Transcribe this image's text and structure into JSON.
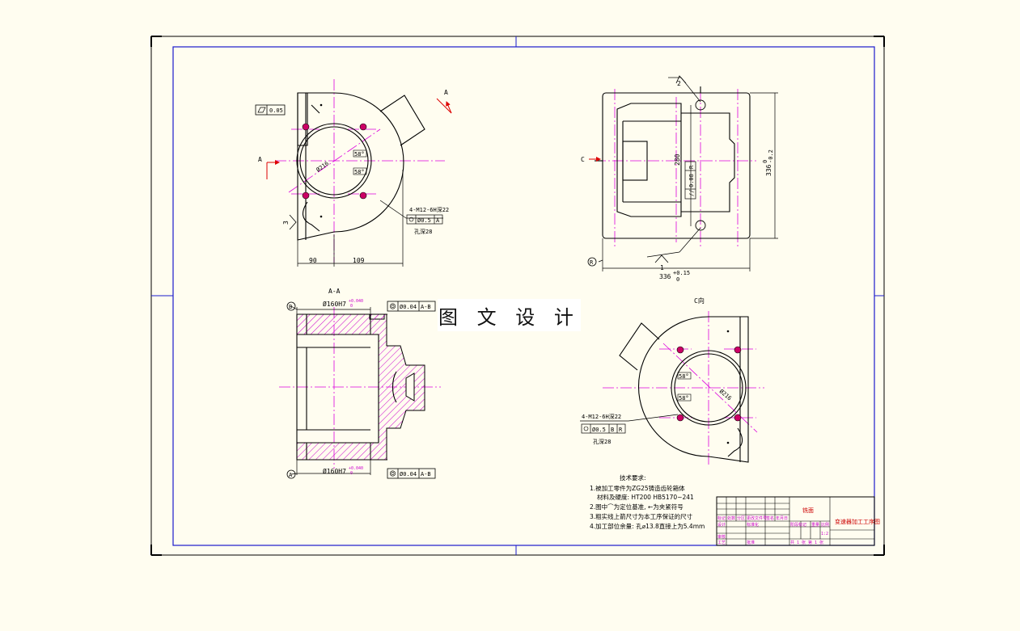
{
  "watermark": "图 文 设 计",
  "views": {
    "top_left": {
      "flatness": "0.05",
      "section_a": "A",
      "note_3": "3",
      "dim_left": "90",
      "dim_right": "109",
      "angle1": "58°",
      "angle2": "58°",
      "dia": "Ø216",
      "thread": "4-M12-6H深22",
      "pos_tol": "Ø0.5",
      "pos_ref": "A",
      "drill": "孔深28"
    },
    "top_right": {
      "mark_2": "2",
      "mark_1": "1",
      "view_c": "C",
      "dim_280": "280",
      "dim_height": "336",
      "dim_height_tol": "-0.2",
      "dim_height_tol0": "0",
      "dim_width": "336",
      "dim_width_tol": "+0.15",
      "dim_width_tol0": "0",
      "parallel_tol": "0.08",
      "parallel_ref": "R",
      "datum_r": "R"
    },
    "section": {
      "title": "A-A",
      "datum_b": "B",
      "datum_a": "A",
      "bore_top": "Ø160H7",
      "bore_bottom": "Ø160H7",
      "tol_sup": "+0.040",
      "tol_sub": "0",
      "coax_top": "Ø0.04",
      "coax_top_ref": "A-B",
      "coax_bottom": "Ø0.04",
      "coax_bottom_ref": "A-B"
    },
    "bottom_right": {
      "title": "C向",
      "angle1": "58°",
      "angle2": "58°",
      "dia": "Ø216",
      "thread": "4-M12-6H深22",
      "pos_tol": "Ø0.5",
      "pos_ref1": "B",
      "pos_ref2": "R",
      "drill": "孔深28"
    }
  },
  "notes": {
    "title": "技术要求:",
    "line1": "1.被加工零件为ZG25铸造齿轮箱体",
    "line1b": "材料及硬度: HT200 HB5170~241",
    "line2": "2.图中⌒为定位基准, ←为夹紧符号",
    "line3": "3.粗实线上箭尺寸为本工序保证的尺寸",
    "line4": "4.加工部位余量: 孔⌀13.8直接上为5.4mm"
  },
  "title_block": {
    "part_name": "铣面",
    "drawing_name": "变速器加工工序图",
    "row_labels": [
      "标记",
      "处数",
      "分区",
      "更改文件号",
      "签名",
      "年月日"
    ],
    "row_labels2": [
      "设计",
      "标准化",
      "阶段标记",
      "重量",
      "比例"
    ],
    "ratio": "1:2",
    "sheet": "共 1 张 第 1 张",
    "review": [
      "审核",
      "工艺",
      "批准"
    ]
  },
  "colors": {
    "frame": "#1a1acc",
    "center_line": "#dd00dd",
    "hatch": "#cc00cc",
    "section_arrow": "#dd0000",
    "bolt_hole": "#cc0066",
    "background": "#fffdf0"
  }
}
